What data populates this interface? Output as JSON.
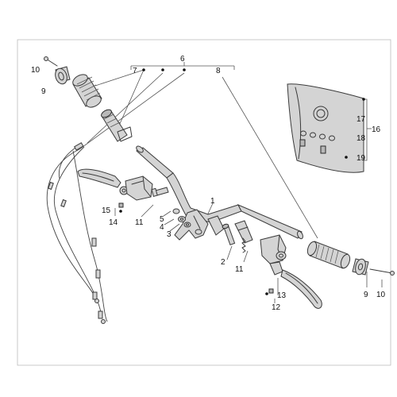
{
  "callouts": {
    "c1": "1",
    "c2": "2",
    "c3": "3",
    "c4": "4",
    "c5": "5",
    "c6": "6",
    "c7": "7",
    "c8": "8",
    "c9a": "9",
    "c9b": "9",
    "c10a": "10",
    "c10b": "10",
    "c11a": "11",
    "c11b": "11",
    "c12": "12",
    "c13": "13",
    "c14": "14",
    "c15": "15",
    "c16": "16",
    "c17": "17",
    "c18": "18",
    "c19": "19"
  },
  "colors": {
    "line": "#3a3a3a",
    "fill": "#d4d4d4",
    "frame": "#bbbbbb",
    "text": "#111111"
  }
}
